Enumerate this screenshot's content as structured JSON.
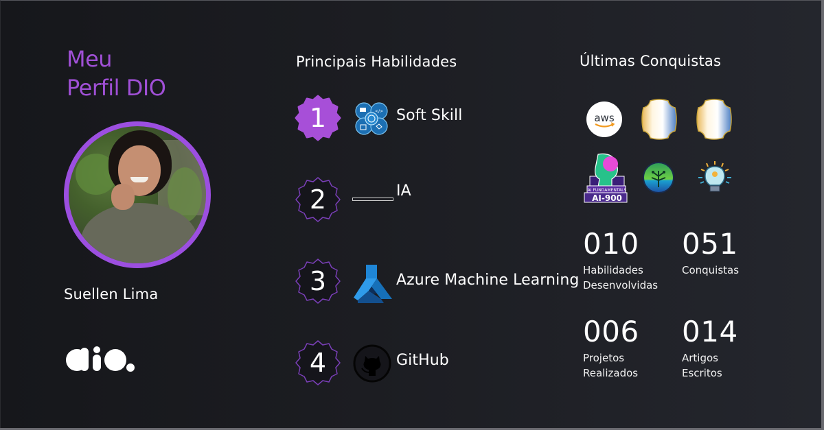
{
  "profile": {
    "title_line1": "Meu",
    "title_line2": "Perfil DIO",
    "name": "Suellen Lima",
    "avatar_icon": "profile-photo",
    "logo_icon": "dio-logo",
    "accent_color": "#a050d6"
  },
  "skills": {
    "title": "Principais Habilidades",
    "items": [
      {
        "rank": "1",
        "label": "Soft Skill",
        "icon": "soft-skill-icon",
        "highlight": true
      },
      {
        "rank": "2",
        "label": "IA",
        "icon": "broken-image-icon",
        "highlight": false
      },
      {
        "rank": "3",
        "label": "Azure Machine Learning",
        "icon": "azure-ml-icon",
        "highlight": false
      },
      {
        "rank": "4",
        "label": "GitHub",
        "icon": "github-icon",
        "highlight": false
      }
    ]
  },
  "achievements": {
    "title": "Últimas Conquistas",
    "badges": [
      {
        "name": "aws-badge",
        "text": "aws"
      },
      {
        "name": "blank-badge-1"
      },
      {
        "name": "blank-badge-2"
      },
      {
        "name": "ai-900-badge",
        "text_top": "AI FUNDAMENTALS",
        "text_main": "AI-900"
      },
      {
        "name": "neural-tree-badge"
      },
      {
        "name": "lightbulb-badge"
      }
    ]
  },
  "stats": [
    {
      "value": "010",
      "label_line1": "Habilidades",
      "label_line2": "Desenvolvidas"
    },
    {
      "value": "051",
      "label_line1": "Conquistas",
      "label_line2": ""
    },
    {
      "value": "006",
      "label_line1": "Projetos",
      "label_line2": "Realizados"
    },
    {
      "value": "014",
      "label_line1": "Artigos",
      "label_line2": "Escritos"
    }
  ]
}
